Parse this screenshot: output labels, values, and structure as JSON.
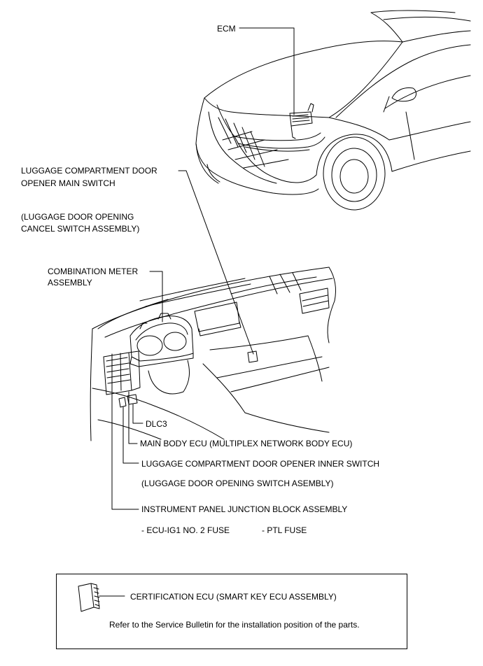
{
  "labels": {
    "ecm": "ECM",
    "luggage_main_switch_line1": "LUGGAGE COMPARTMENT DOOR",
    "luggage_main_switch_line2": "OPENER MAIN SWITCH",
    "luggage_cancel_line1": "(LUGGAGE DOOR OPENING",
    "luggage_cancel_line2": "CANCEL SWITCH ASSEMBLY)",
    "combination_meter_line1": "COMBINATION METER",
    "combination_meter_line2": "ASSEMBLY",
    "dlc3": "DLC3",
    "main_body_ecu": "MAIN BODY ECU (MULTIPLEX NETWORK BODY ECU)",
    "inner_switch": "LUGGAGE COMPARTMENT DOOR OPENER INNER SWITCH",
    "inner_switch_sub": "(LUGGAGE DOOR OPENING SWITCH ASEMBLY)",
    "junction_block": "INSTRUMENT PANEL JUNCTION BLOCK ASSEMBLY",
    "fuse_1": "- ECU-IG1 NO. 2 FUSE",
    "fuse_2": "- PTL FUSE"
  },
  "note": {
    "certification_ecu": "CERTIFICATION ECU (SMART KEY ECU ASSEMBLY)",
    "refer_text": "Refer to the Service Bulletin for the installation position of the parts."
  }
}
